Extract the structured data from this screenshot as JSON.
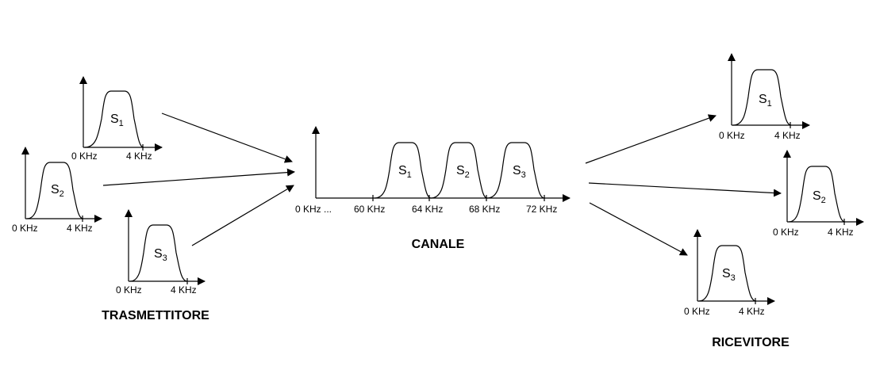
{
  "colors": {
    "title": "#e02020",
    "ink": "#000000"
  },
  "titles": {
    "transmitter": "TRASMETTITORE",
    "channel": "CANALE",
    "receiver": "RICEVITORE"
  },
  "signal_letter": "S",
  "freq_labels": {
    "zero": "0 KHz",
    "four": "4 KHz",
    "zero_dots": "0 KHz ...",
    "f60": "60 KHz",
    "f64": "64 KHz",
    "f68": "68 KHz",
    "f72": "72 KHz"
  },
  "transmitter": {
    "signals": [
      "1",
      "2",
      "3"
    ]
  },
  "channel": {
    "signals": [
      "1",
      "2",
      "3"
    ]
  },
  "receiver": {
    "signals": [
      "1",
      "2",
      "3"
    ]
  }
}
